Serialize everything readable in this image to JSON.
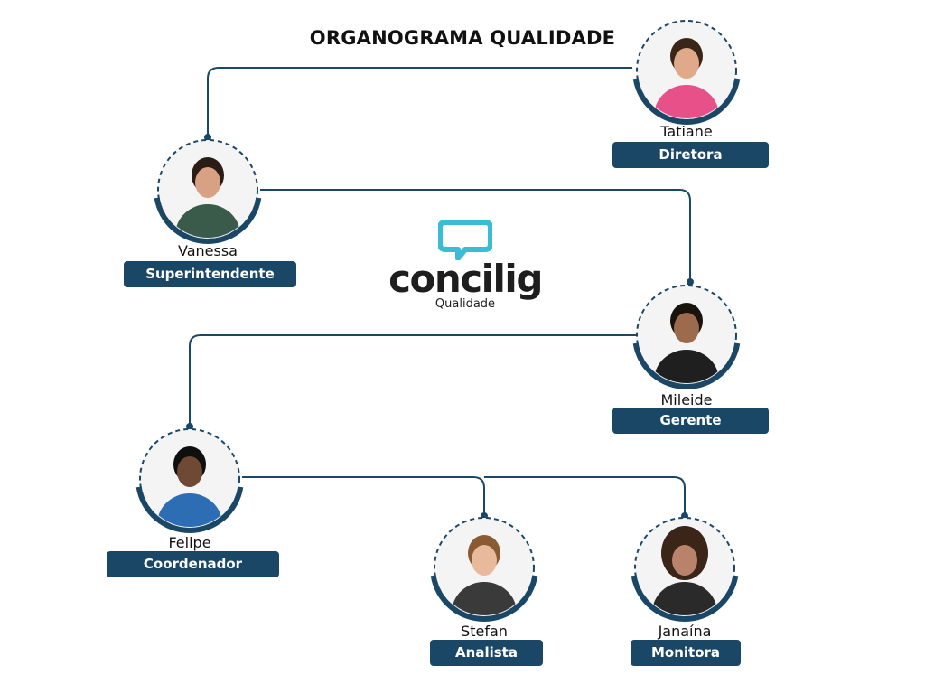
{
  "title": "ORGANOGRAMA QUALIDADE",
  "logo": {
    "word": "concilig",
    "sub": "Qualidade",
    "icon": "speech-bubble-icon",
    "icon_color": "#3bbcd6"
  },
  "colors": {
    "line": "#1b4767",
    "badge": "#1b4767",
    "ring": "#1b4767"
  },
  "people": [
    {
      "name": "Tatiane",
      "role": "Diretora",
      "photo": "person-photo-icon"
    },
    {
      "name": "Vanessa",
      "role": "Superintendente",
      "photo": "person-photo-icon"
    },
    {
      "name": "Mileide",
      "role": "Gerente",
      "photo": "person-photo-icon"
    },
    {
      "name": "Felipe",
      "role": "Coordenador",
      "photo": "person-photo-icon"
    },
    {
      "name": "Stefan",
      "role": "Analista",
      "photo": "person-photo-icon"
    },
    {
      "name": "Janaína",
      "role": "Monitora",
      "photo": "person-photo-icon"
    }
  ]
}
